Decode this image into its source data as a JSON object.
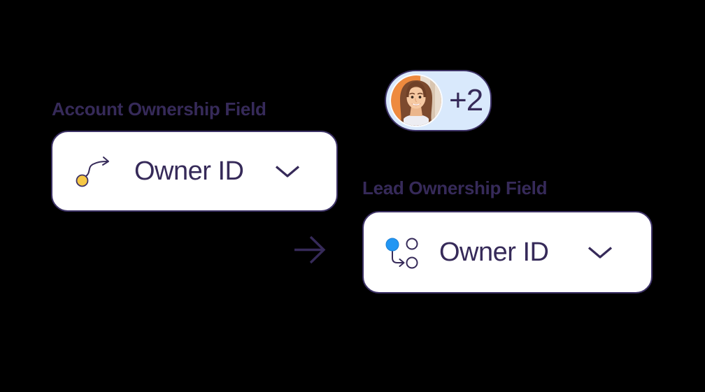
{
  "colors": {
    "background": "#000000",
    "text": "#362A59",
    "card-bg": "#FFFFFF",
    "card-border": "#3E3367",
    "pill-bg": "#D9E9FC",
    "accent-blue": "#2196F3",
    "accent-yellow": "#F6C845",
    "avatar-orange": "#EE8A3E"
  },
  "account_field": {
    "label": "Account Ownership Field",
    "value": "Owner ID"
  },
  "lead_field": {
    "label": "Lead Ownership Field",
    "value": "Owner ID"
  },
  "avatar_badge": {
    "count": "+2",
    "avatar": "woman-portrait-photo"
  },
  "icons": {
    "account_value_icon": "path-arrow-icon",
    "lead_value_icon": "branch-icon",
    "dropdown_icon": "chevron-down-icon",
    "flow_icon": "arrow-right-icon"
  }
}
